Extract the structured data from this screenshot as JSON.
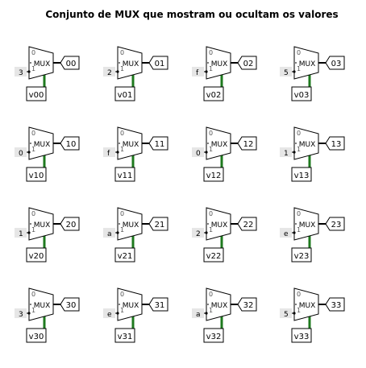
{
  "title": "Conjunto de MUX que mostram ou ocultam os valores",
  "mux_label": "MUX",
  "sel_bit0": "0",
  "sel_bit1": "1",
  "colors": {
    "wire": "#1e7a1e",
    "stroke": "#000000",
    "box_bg": "#e6e6e6",
    "text": "#000000"
  },
  "rows": [
    [
      {
        "constant": "3",
        "output": "00",
        "input": "v00"
      },
      {
        "constant": "2",
        "output": "01",
        "input": "v01"
      },
      {
        "constant": "f",
        "output": "02",
        "input": "v02"
      },
      {
        "constant": "5",
        "output": "03",
        "input": "v03"
      }
    ],
    [
      {
        "constant": "0",
        "output": "10",
        "input": "v10"
      },
      {
        "constant": "f",
        "output": "11",
        "input": "v11"
      },
      {
        "constant": "0",
        "output": "12",
        "input": "v12"
      },
      {
        "constant": "1",
        "output": "13",
        "input": "v13"
      }
    ],
    [
      {
        "constant": "1",
        "output": "20",
        "input": "v20"
      },
      {
        "constant": "a",
        "output": "21",
        "input": "v21"
      },
      {
        "constant": "2",
        "output": "22",
        "input": "v22"
      },
      {
        "constant": "e",
        "output": "23",
        "input": "v23"
      }
    ],
    [
      {
        "constant": "3",
        "output": "30",
        "input": "v30"
      },
      {
        "constant": "e",
        "output": "31",
        "input": "v31"
      },
      {
        "constant": "a",
        "output": "32",
        "input": "v32"
      },
      {
        "constant": "5",
        "output": "33",
        "input": "v33"
      }
    ]
  ]
}
